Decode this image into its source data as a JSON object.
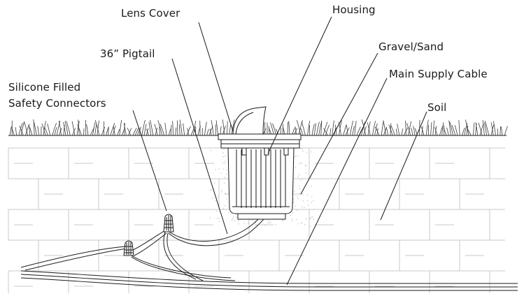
{
  "labels": {
    "lens_cover": "Lens Cover",
    "housing": "Housing",
    "pigtail": "36” Pigtail",
    "gravel_sand": "Gravel/Sand",
    "silicone_line1": "Silicone Filled",
    "silicone_line2": "Safety Connectors",
    "main_supply_cable": "Main Supply Cable",
    "soil": "Soil"
  },
  "colors": {
    "line": "#1a1a1a",
    "brick": "#c8c8c8",
    "grass": "#3a3a3a",
    "gravel": "#bdbdbd"
  }
}
